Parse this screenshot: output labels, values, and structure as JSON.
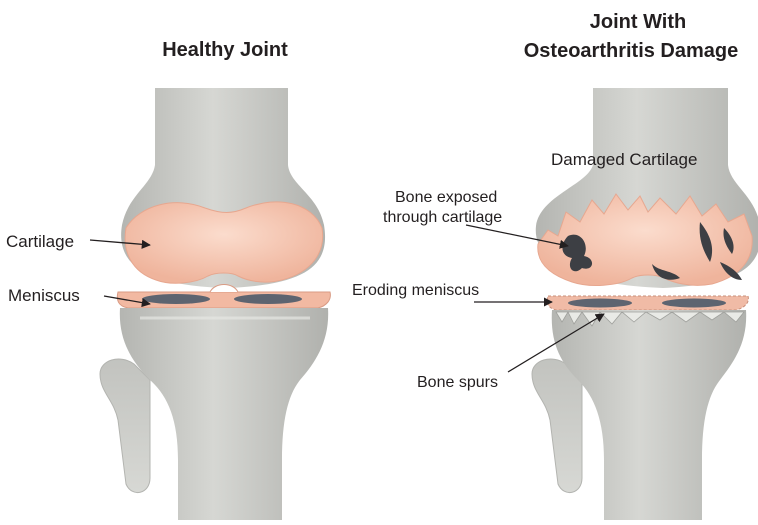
{
  "healthy": {
    "title": "Healthy Joint",
    "labels": {
      "cartilage": "Cartilage",
      "meniscus": "Meniscus"
    }
  },
  "damaged": {
    "title_line1": "Joint With",
    "title_line2": "Osteoarthritis Damage",
    "labels": {
      "damaged_cartilage": "Damaged Cartilage",
      "bone_exposed_line1": "Bone exposed",
      "bone_exposed_line2": "through cartilage",
      "eroding_meniscus": "Eroding meniscus",
      "bone_spurs": "Bone spurs"
    }
  },
  "colors": {
    "bone": "#c9cac6",
    "bone_shadow": "#a9aaa6",
    "cartilage": "#f6c7b3",
    "cartilage_edge": "#e7a78f",
    "meniscus_gap": "#5d6470",
    "lesion": "#3d3f44",
    "text": "#231f20"
  }
}
